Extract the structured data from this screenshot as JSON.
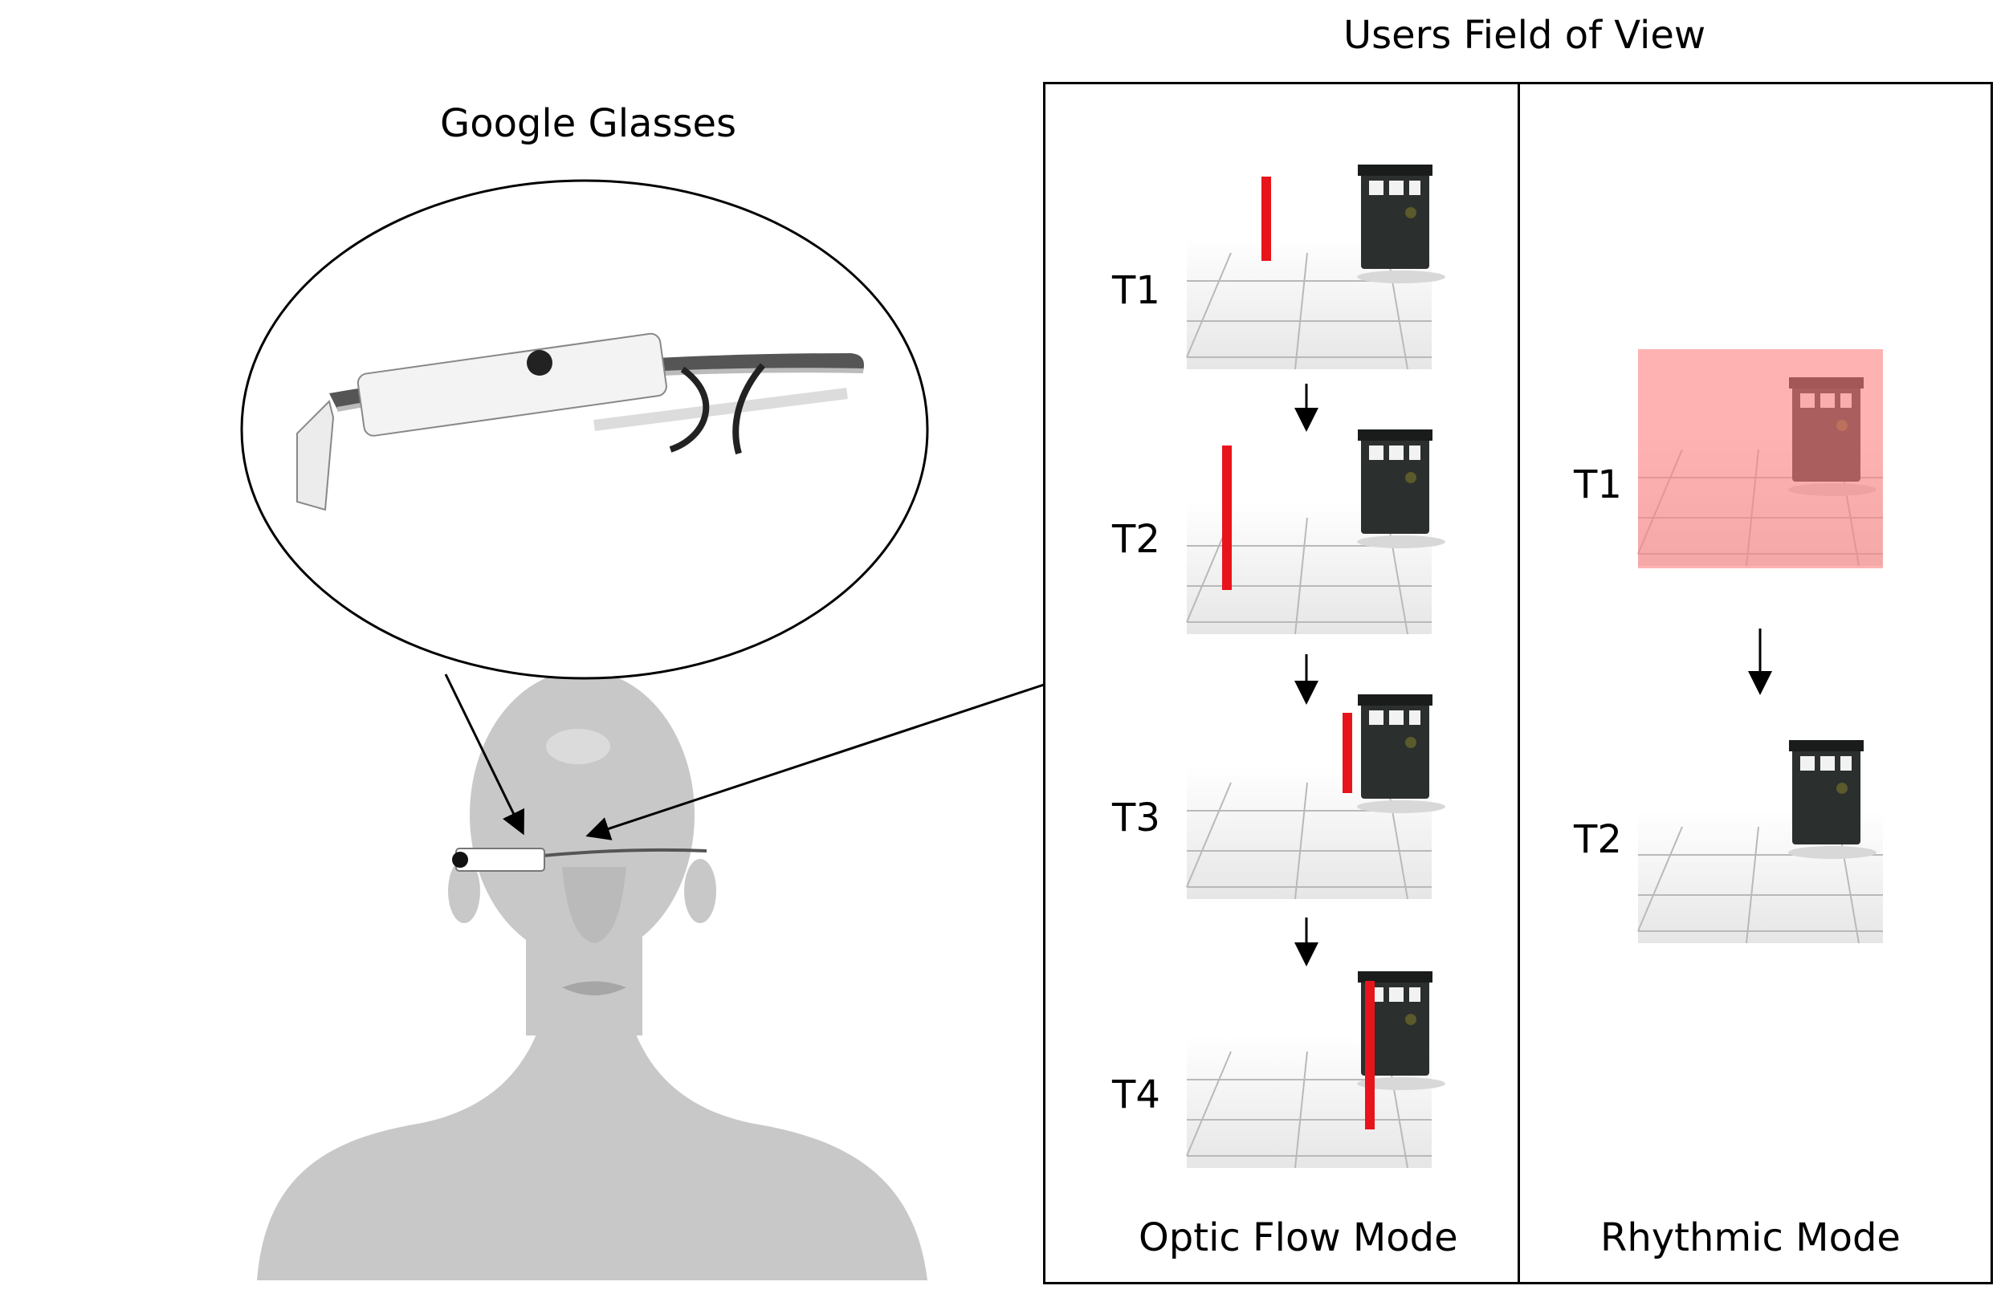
{
  "left": {
    "title": "Google Glasses"
  },
  "right": {
    "title": "Users Field of View",
    "optic_flow": {
      "mode_label": "Optic Flow Mode",
      "frames": [
        {
          "label": "T1"
        },
        {
          "label": "T2"
        },
        {
          "label": "T3"
        },
        {
          "label": "T4"
        }
      ]
    },
    "rhythmic": {
      "mode_label": "Rhythmic Mode",
      "frames": [
        {
          "label": "T1"
        },
        {
          "label": "T2"
        }
      ]
    }
  },
  "colors": {
    "indicator_red": "#e8141c",
    "flash_red": "#ff9a9a",
    "head_gray": "#c8c8c8",
    "bin_dark": "#2b2f2e"
  }
}
